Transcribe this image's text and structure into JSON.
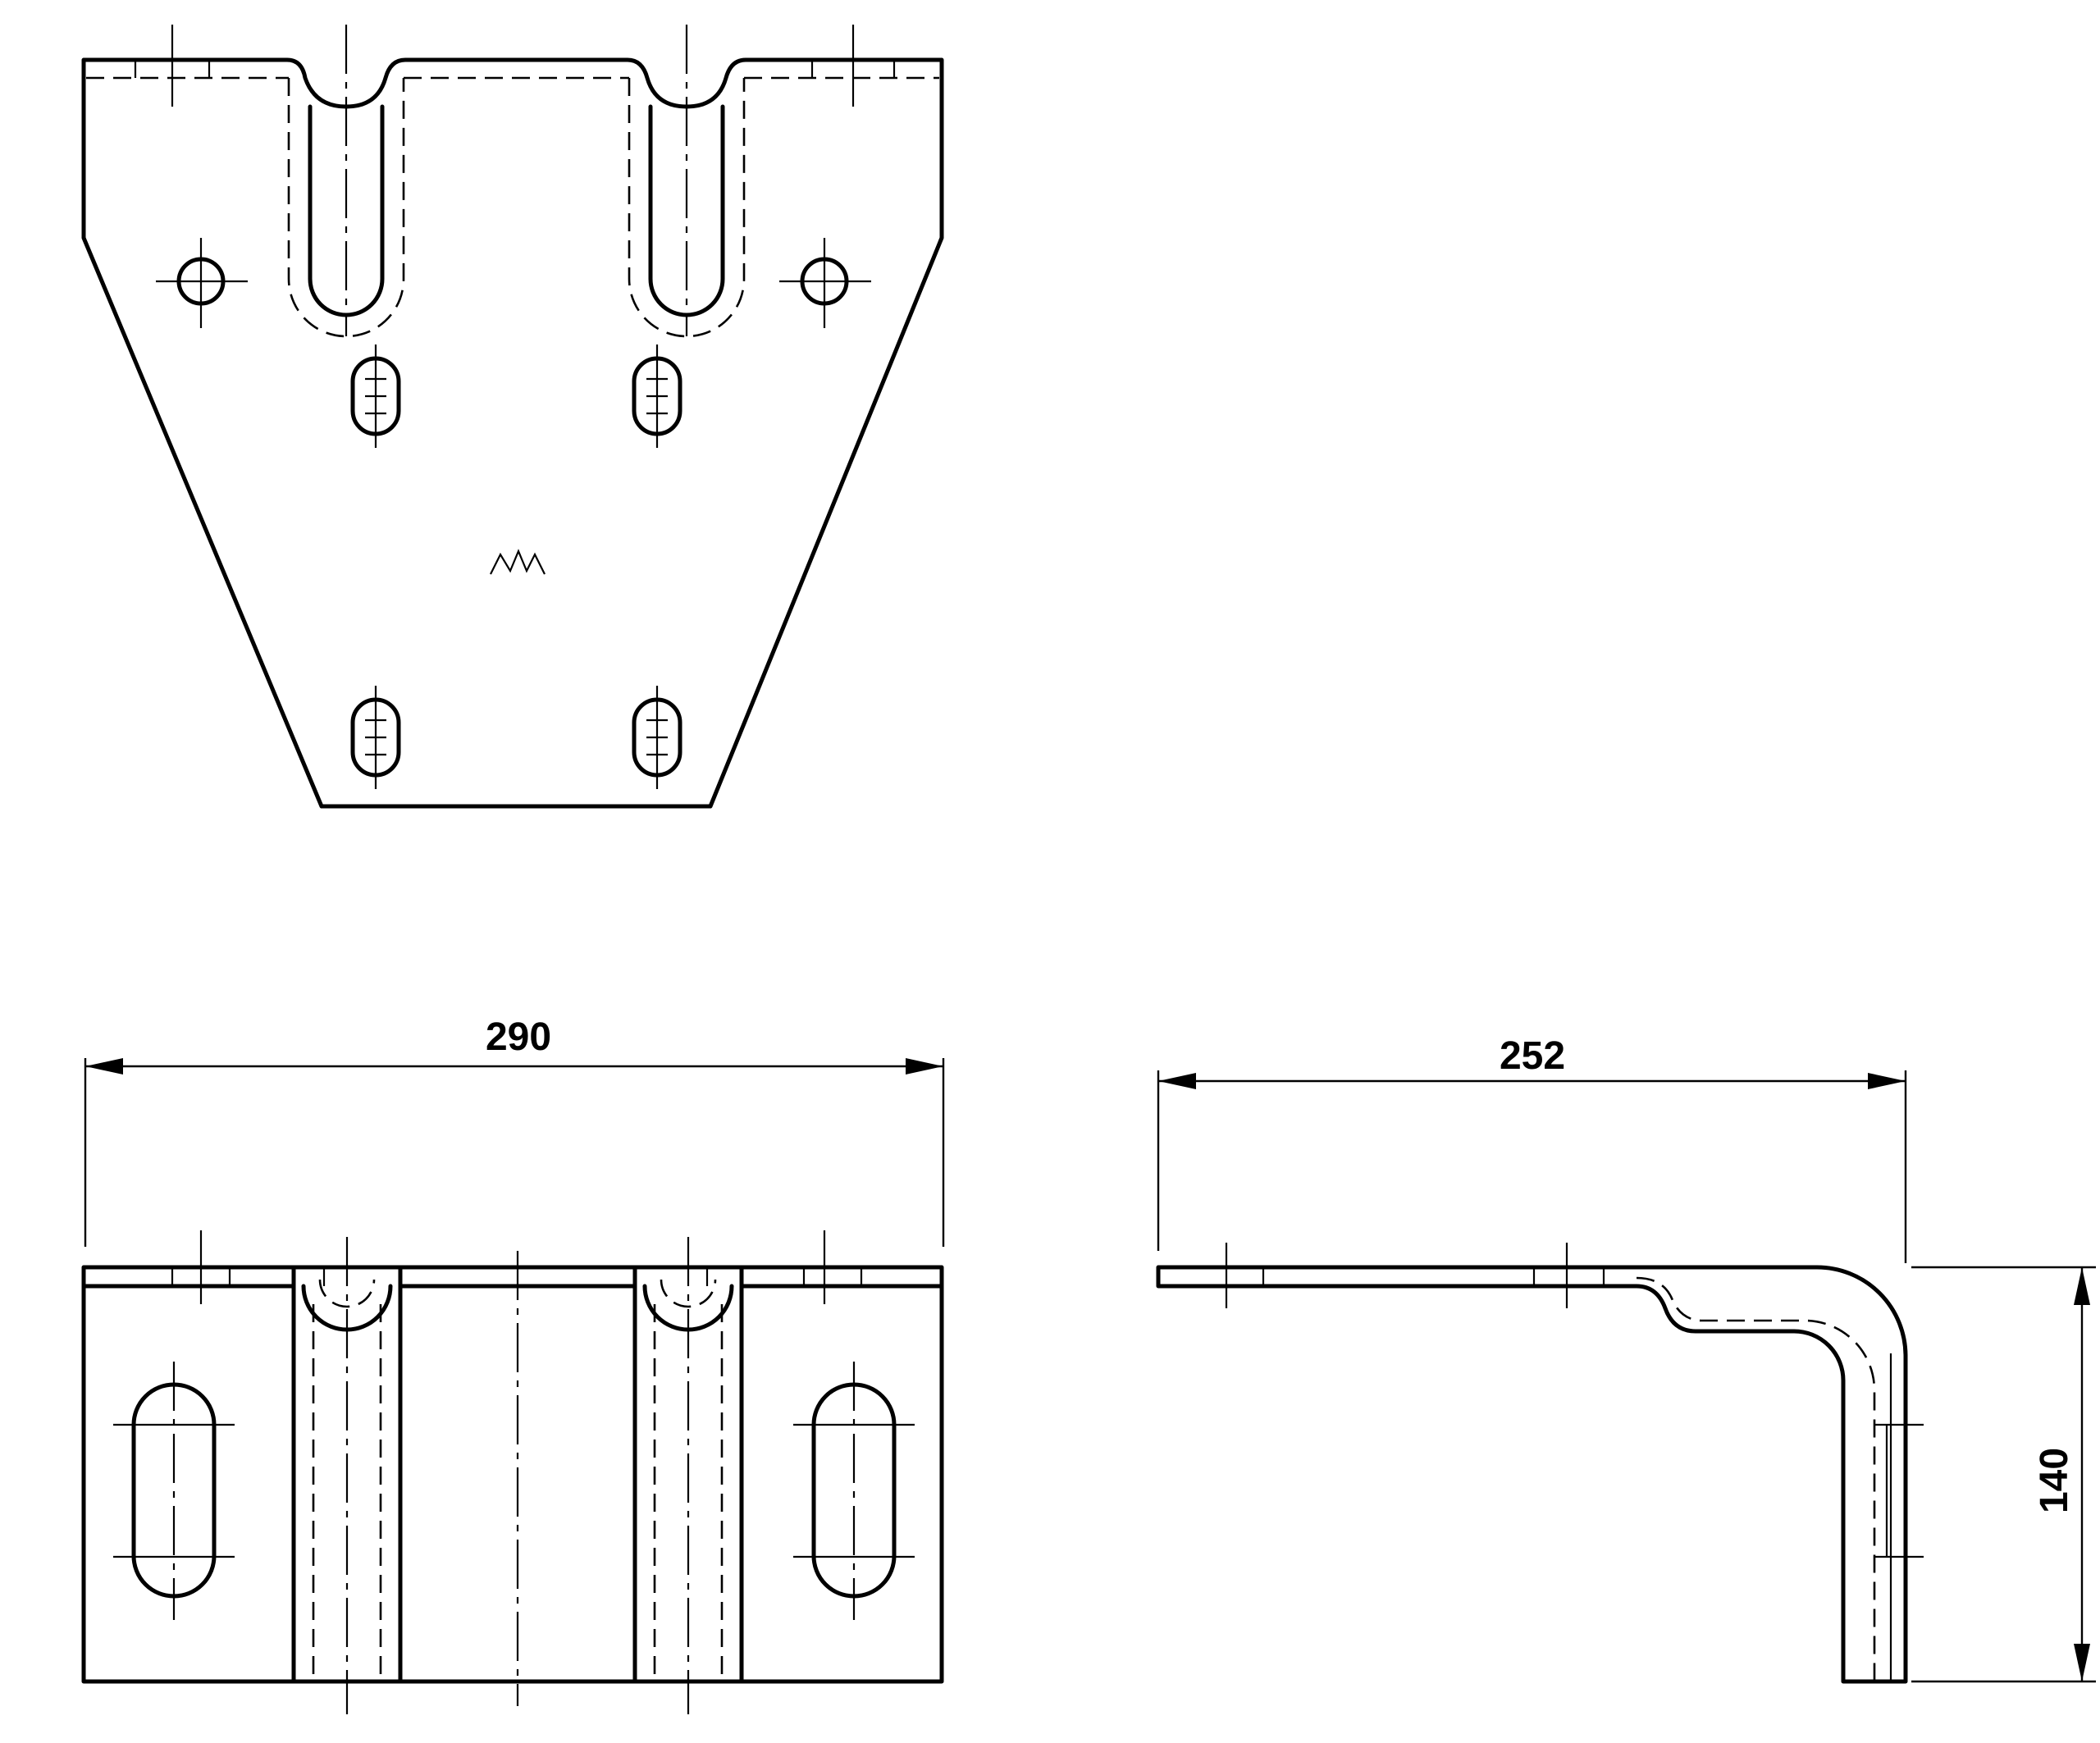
{
  "dimensions": {
    "front_width": "290",
    "side_width": "252",
    "side_height": "140"
  },
  "logo": {
    "icon": "maker-logo-icon"
  }
}
